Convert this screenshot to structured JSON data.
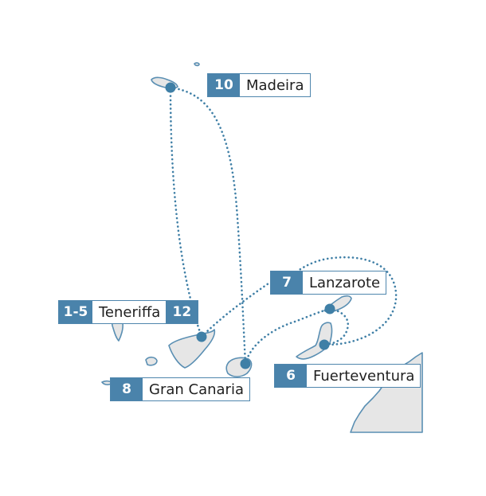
{
  "destinations": {
    "madeira": {
      "name": "Madeira",
      "days": "10"
    },
    "teneriffa": {
      "name": "Teneriffa",
      "days_start": "1-5",
      "days_end": "12"
    },
    "lanzarote": {
      "name": "Lanzarote",
      "days": "7"
    },
    "gran_canaria": {
      "name": "Gran Canaria",
      "days": "8"
    },
    "fuerteventura": {
      "name": "Fuerteventura",
      "days": "6"
    }
  },
  "colors": {
    "accent": "#4a83ab",
    "land": "#e6e6e6",
    "coast": "#5a8fb3",
    "route": "#3f7fa6"
  },
  "icons": [
    "port-marker-icon"
  ]
}
